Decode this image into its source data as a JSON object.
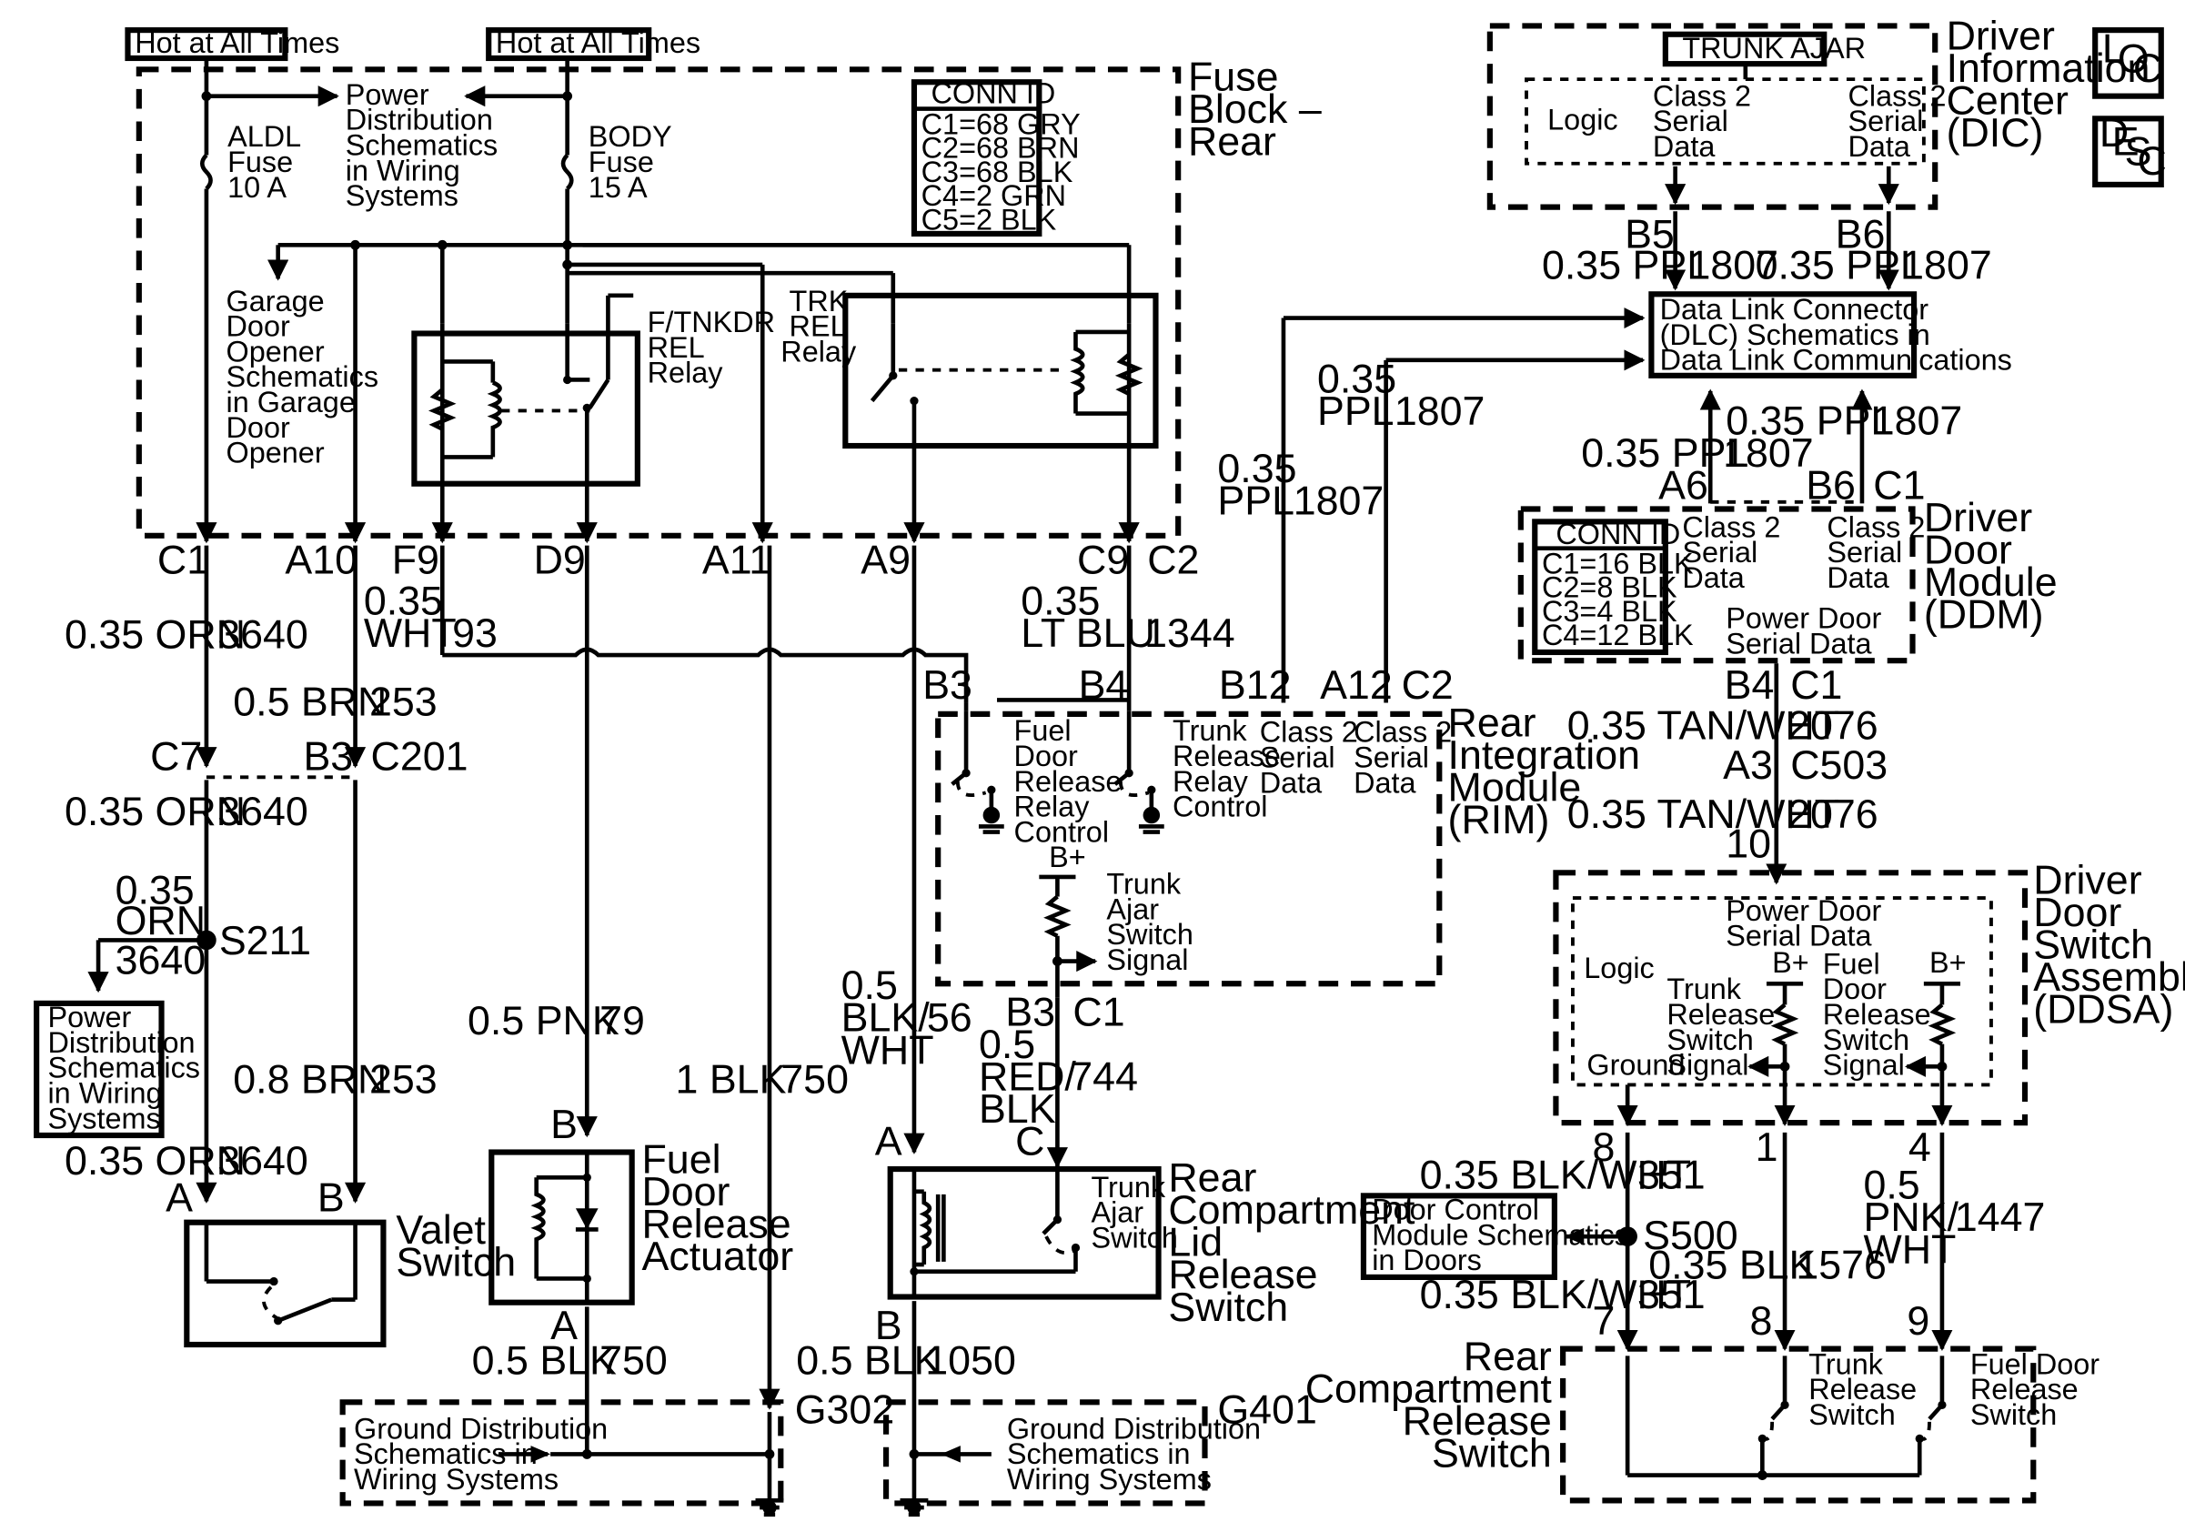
{
  "hot_left": "Hot at All Times",
  "hot_right": "Hot at All Times",
  "pd_top": [
    "Power",
    "Distribution",
    "Schematics",
    "in Wiring",
    "Systems"
  ],
  "aldl": [
    "ALDL",
    "Fuse",
    "10 A"
  ],
  "body_fuse": [
    "BODY",
    "Fuse",
    "15 A"
  ],
  "fuse_block": [
    "Fuse",
    "Block –",
    "Rear"
  ],
  "conn_id_top": {
    "title": "CONN ID",
    "rows": [
      "C1=68 GRY",
      "C2=68 BRN",
      "C3=68 BLK",
      "C4=2 GRN",
      "C5=2 BLK"
    ]
  },
  "garage": [
    "Garage",
    "Door",
    "Opener",
    "Schematics",
    "in Garage",
    "Door",
    "Opener"
  ],
  "ftnkdr": [
    "F/TNKDR",
    "REL",
    "Relay"
  ],
  "trk_rel": [
    "TRK",
    "REL",
    "Relay"
  ],
  "dic": {
    "indicator": "TRUNK AJAR",
    "logic": "Logic",
    "serial1": [
      "Class 2",
      "Serial",
      "Data"
    ],
    "serial2": [
      "Class 2",
      "Serial",
      "Data"
    ],
    "name": [
      "Driver",
      "Information",
      "Center",
      "(DIC)"
    ]
  },
  "loc_badge": [
    "L",
    "O",
    "C"
  ],
  "desc_badge": [
    "D",
    "E",
    "S",
    "C"
  ],
  "dic_pins": {
    "b5": "B5",
    "b6": "B6",
    "w1": "0.35 PPL",
    "c1": "1807",
    "w2": "0.35 PPL",
    "c2": "1807"
  },
  "dlc": [
    "Data Link Connector",
    "(DLC) Schematics in",
    "Data Link Communications"
  ],
  "ppl_mid": {
    "w": [
      "0.35",
      "PPL"
    ],
    "c": "1807"
  },
  "ppl_left": {
    "w": [
      "0.35",
      "PPL"
    ],
    "c": "1807"
  },
  "ddm_up": {
    "w1": "0.35 PPL",
    "c1": "1807",
    "w2": "0.35 PPL",
    "c2": "1807",
    "a6": "A6",
    "b6": "B6",
    "c1pin": "C1"
  },
  "ddm": {
    "conn_title": "CONN ID",
    "conn_rows": [
      "C1=16 BLK",
      "C2=8 BLK",
      "C3=4 BLK",
      "C4=12 BLK"
    ],
    "serial1": [
      "Class 2",
      "Serial",
      "Data"
    ],
    "serial2": [
      "Class 2",
      "Serial",
      "Data"
    ],
    "pdsd": [
      "Power Door",
      "Serial Data"
    ],
    "name": [
      "Driver",
      "Door",
      "Module",
      "(DDM)"
    ]
  },
  "fb_pins": [
    "C1",
    "A10",
    "F9",
    "D9",
    "A11",
    "A9",
    "C9",
    "C2"
  ],
  "w_orn1": {
    "w": "0.35 ORN",
    "c": "3640"
  },
  "w_wht": {
    "w": [
      "0.35",
      "WHT"
    ],
    "c": "93"
  },
  "w_ltblu": {
    "w": [
      "0.35",
      "LT BLU"
    ],
    "c": "1344"
  },
  "w_brn1": {
    "w": "0.5 BRN",
    "c": "253"
  },
  "c201": {
    "c7": "C7",
    "b3": "B3",
    "name": "C201"
  },
  "w_orn2": {
    "w": "0.35 ORN",
    "c": "3640"
  },
  "s211": {
    "w": [
      "0.35",
      "ORN"
    ],
    "c": "3640",
    "name": "S211"
  },
  "pd_left": [
    "Power",
    "Distribution",
    "Schematics",
    "in Wiring",
    "Systems"
  ],
  "w_brn2": {
    "w": "0.8 BRN",
    "c": "253"
  },
  "w_orn3": {
    "w": "0.35 ORN",
    "c": "3640"
  },
  "valet": {
    "a": "A",
    "b": "B",
    "name": [
      "Valet",
      "Switch"
    ]
  },
  "w_pnk": {
    "w": "0.5 PNK",
    "c": "79"
  },
  "w_blk1": {
    "w": "1 BLK",
    "c": "750"
  },
  "fdra": {
    "b": "B",
    "a": "A",
    "name": [
      "Fuel",
      "Door",
      "Release",
      "Actuator"
    ]
  },
  "w_blk2": {
    "w": "0.5 BLK",
    "c": "750"
  },
  "g302": {
    "text": [
      "Ground Distribution",
      "Schematics in",
      "Wiring Systems"
    ],
    "name": "G302"
  },
  "rim": {
    "pins": [
      "B3",
      "B4",
      "B12",
      "A12",
      "C2"
    ],
    "fuel": [
      "Fuel",
      "Door",
      "Release",
      "Relay",
      "Control"
    ],
    "trunk": [
      "Trunk",
      "Release",
      "Relay",
      "Control"
    ],
    "s1": [
      "Class 2",
      "Serial",
      "Data"
    ],
    "s2": [
      "Class 2",
      "Serial",
      "Data"
    ],
    "bplus": "B+",
    "ajar": [
      "Trunk",
      "Ajar",
      "Switch",
      "Signal"
    ],
    "name": [
      "Rear",
      "Integration",
      "Module",
      "(RIM)"
    ],
    "b3b": "B3",
    "c1b": "C1"
  },
  "w_blkwht": {
    "w": [
      "0.5",
      "BLK/",
      "WHT"
    ],
    "c": "56"
  },
  "w_redblk": {
    "w": [
      "0.5",
      "RED/",
      "BLK"
    ],
    "c": "744"
  },
  "rclrs": {
    "a": "A",
    "c": "C",
    "b": "B",
    "ajar": [
      "Trunk",
      "Ajar",
      "Switch"
    ],
    "name": [
      "Rear",
      "Compartment",
      "Lid",
      "Release",
      "Switch"
    ]
  },
  "w_blk3": {
    "w": "0.5 BLK",
    "c": "1050"
  },
  "g401": {
    "text": [
      "Ground Distribution",
      "Schematics in",
      "Wiring Systems"
    ],
    "name": "G401"
  },
  "ddm_down": {
    "b4": "B4",
    "c1": "C1",
    "w1": "0.35 TAN/WHT",
    "c_1": "2076",
    "a3": "A3",
    "c503": "C503",
    "w2": "0.35 TAN/WHT",
    "c_2": "2076",
    "p10": "10"
  },
  "ddsa": {
    "pdsd": [
      "Power Door",
      "Serial Data"
    ],
    "logic": "Logic",
    "trunk": [
      "Trunk",
      "Release",
      "Switch",
      "Signal"
    ],
    "fuel": [
      "Fuel",
      "Door",
      "Release",
      "Switch",
      "Signal"
    ],
    "ground": "Ground",
    "bplus1": "B+",
    "bplus2": "B+",
    "name": [
      "Driver",
      "Door",
      "Switch",
      "Assembly",
      "(DDSA)"
    ],
    "p8": "8",
    "p1": "1",
    "p4": "4"
  },
  "w_351a": {
    "w": "0.35 BLK/WHT",
    "c": "351"
  },
  "dcm": [
    "Door Control",
    "Module Schematics",
    "in Doors"
  ],
  "s500": "S500",
  "w_1576": {
    "w": "0.35 BLK",
    "c": "1576"
  },
  "w_1447": {
    "w": [
      "0.5",
      "PNK/",
      "WHT"
    ],
    "c": "1447"
  },
  "w_351b": {
    "w": "0.35 BLK/WHT",
    "c": "351"
  },
  "rcrs": {
    "p7": "7",
    "p8": "8",
    "p9": "9",
    "name": [
      "Rear",
      "Compartment",
      "Release",
      "Switch"
    ],
    "trunk": [
      "Trunk",
      "Release",
      "Switch"
    ],
    "fuel": [
      "Fuel Door",
      "Release",
      "Switch"
    ]
  }
}
